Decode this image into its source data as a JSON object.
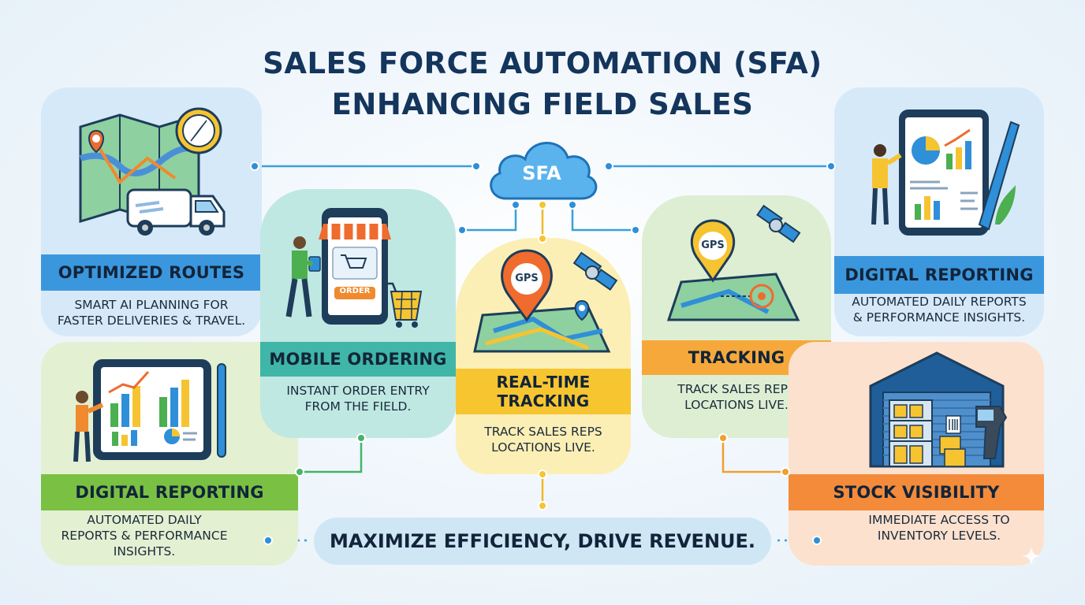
{
  "title": {
    "line1": "SALES FORCE AUTOMATION (SFA)",
    "line2": "ENHANCING FIELD SALES"
  },
  "hub": {
    "label": "SFA"
  },
  "cards": {
    "optimized_routes": {
      "title": "OPTIMIZED ROUTES",
      "desc": "SMART AI PLANNING FOR\nFASTER DELIVERIES & TRAVEL."
    },
    "digital_reporting_left": {
      "title": "DIGITAL REPORTING",
      "desc": "AUTOMATED DAILY\nREPORTS & PERFORMANCE\nINSIGHTS."
    },
    "mobile_ordering": {
      "title": "MOBILE ORDERING",
      "desc": "INSTANT ORDER ENTRY\nFROM THE FIELD.",
      "button": "ORDER"
    },
    "real_time_tracking": {
      "title": "REAL-TIME\nTRACKING",
      "desc": "TRACK SALES REPS\nLOCATIONS LIVE.",
      "pin": "GPS"
    },
    "tracking": {
      "title": "TRACKING",
      "desc": "TRACK SALES REPS\nLOCATIONS LIVE.",
      "pin": "GPS"
    },
    "digital_reporting_right": {
      "title": "DIGITAL REPORTING",
      "desc": "AUTOMATED DAILY REPORTS\n& PERFORMANCE INSIGHTS."
    },
    "stock_visibility": {
      "title": "STOCK VISIBILITY",
      "desc": "IMMEDIATE ACCESS TO\nINVENTORY LEVELS."
    }
  },
  "footer": {
    "text": "MAXIMIZE EFFICIENCY, DRIVE REVENUE."
  },
  "colors": {
    "blue": "#2f8fd8",
    "green": "#4caf50",
    "yellow": "#f6c431",
    "orange": "#ef8a2e",
    "teal": "#46b7a6",
    "navy": "#14355c"
  }
}
